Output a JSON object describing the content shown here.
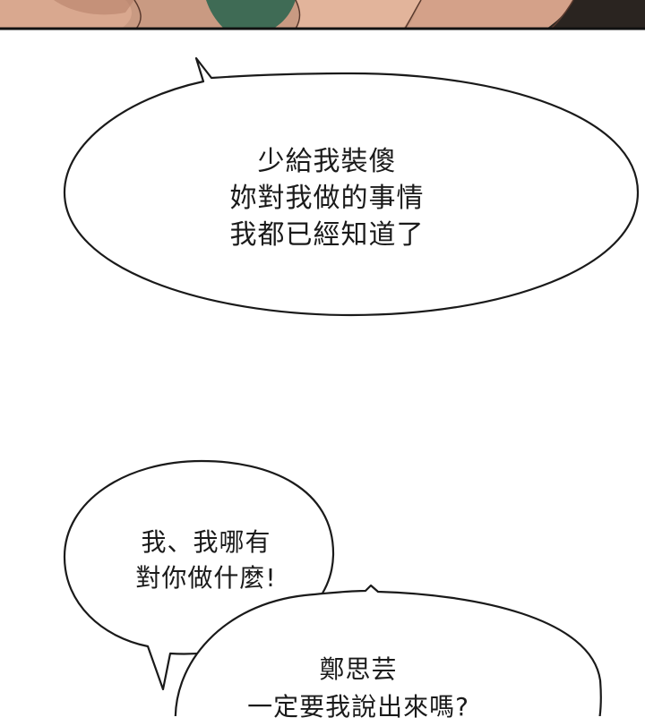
{
  "panel_top": {
    "colors": {
      "skin": "#d9a88f",
      "skin_shadow": "#b8826a",
      "fabric_green": "#3f6b55",
      "hair_dark": "#2a2420",
      "border": "#111111"
    }
  },
  "bubbles": [
    {
      "lines": [
        "少給我裝傻",
        "妳對我做的事情",
        "我都已經知道了"
      ]
    },
    {
      "lines": [
        "我、我哪有",
        "對你做什麼!"
      ]
    },
    {
      "lines": [
        "鄭思芸",
        "一定要我說出來嗎?"
      ]
    }
  ],
  "colors": {
    "page_background": "#ffffff",
    "bubble_fill": "#ffffff",
    "bubble_outline": "#1a1a1a",
    "text": "#1a1a1a"
  }
}
